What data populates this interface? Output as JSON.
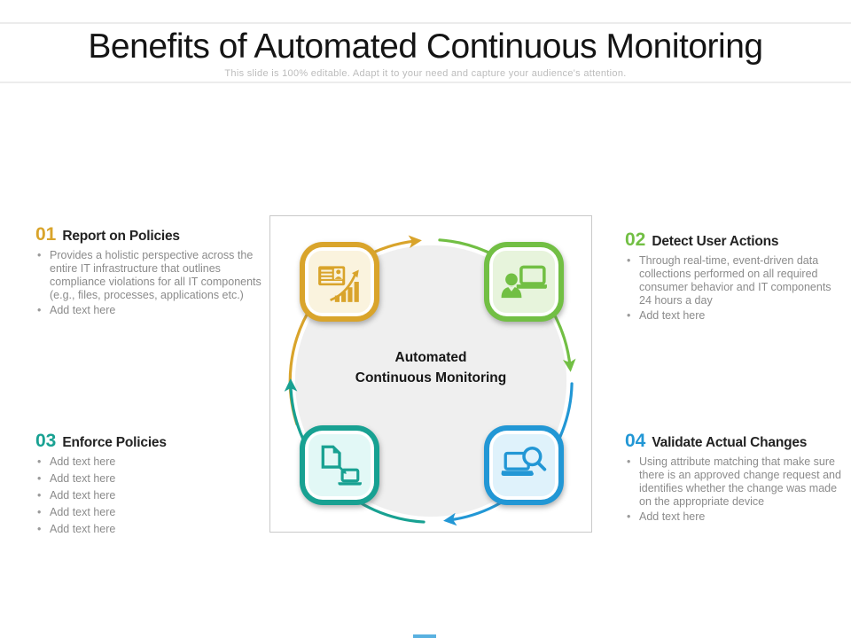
{
  "header": {
    "title": "Benefits of Automated Continuous Monitoring",
    "subtitle": "This slide is 100% editable. Adapt it to your need and capture your audience's attention."
  },
  "center": {
    "line1": "Automated",
    "line2": "Continuous Monitoring"
  },
  "colors": {
    "gold": "#D9A42B",
    "green": "#72BF44",
    "teal": "#18A192",
    "blue": "#2297D5",
    "gold-fill": "#FAF3DE",
    "green-fill": "#E7F4DC",
    "teal-fill": "#E2F8F6",
    "blue-fill": "#DFF2FB",
    "circle": "#EFEFEF",
    "body": "#8B8B8B"
  },
  "sections": [
    {
      "number": "01",
      "title": "Report on Policies",
      "accent": "#D9A42B",
      "icon": "presentation-growth-chart-icon",
      "bullets": [
        "Provides a holistic perspective across the entire IT infrastructure that outlines compliance violations for all IT components (e.g., files, processes, applications etc.)",
        "Add text here"
      ]
    },
    {
      "number": "02",
      "title": "Detect User Actions",
      "accent": "#72BF44",
      "icon": "user-at-laptop-icon",
      "bullets": [
        "Through real-time, event-driven data collections performed on all required consumer behavior and IT components 24 hours a day",
        "Add text here"
      ]
    },
    {
      "number": "03",
      "title": "Enforce Policies",
      "accent": "#18A192",
      "icon": "document-to-laptop-icon",
      "bullets": [
        "Add text here",
        "Add text here",
        "Add text here",
        "Add text here",
        "Add text here"
      ]
    },
    {
      "number": "04",
      "title": "Validate Actual Changes",
      "accent": "#2297D5",
      "icon": "laptop-search-icon",
      "bullets": [
        "Using attribute matching that make sure there is an approved change request and identifies whether the change was made on the appropriate device",
        "Add text here"
      ]
    }
  ]
}
